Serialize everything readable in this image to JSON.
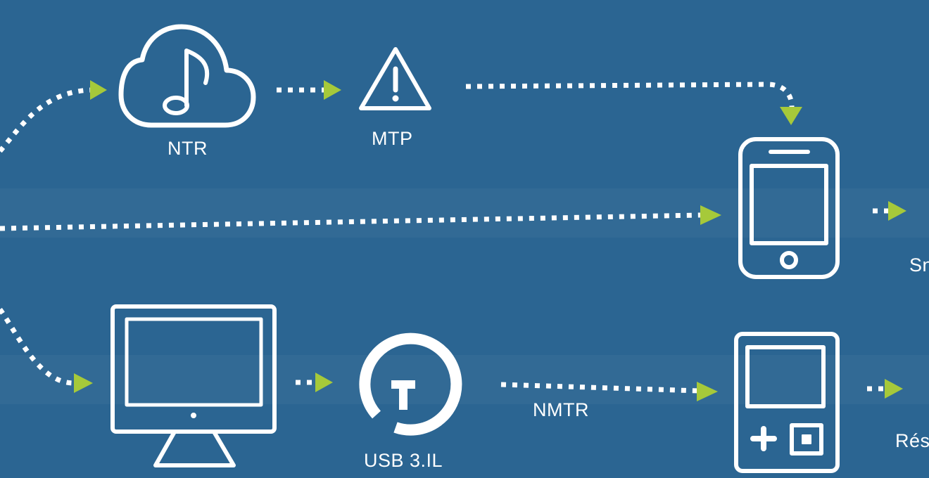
{
  "colors": {
    "background": "#2b6592",
    "line": "#ffffff",
    "arrowhead": "#a6c93a"
  },
  "nodes": {
    "cloud_music": {
      "icon": "cloud-music-icon",
      "label": "NTR"
    },
    "warning": {
      "icon": "warning-triangle-icon",
      "label": "MTP"
    },
    "smartphone": {
      "icon": "smartphone-icon",
      "label": "Sn"
    },
    "desktop": {
      "icon": "desktop-monitor-icon",
      "label": ""
    },
    "usb": {
      "icon": "usb-t-circle-icon",
      "label": "USB 3.IL"
    },
    "handheld": {
      "icon": "handheld-console-icon",
      "label": "Rés"
    }
  },
  "edges": {
    "to_desktop": {
      "label": "NMTR"
    }
  }
}
